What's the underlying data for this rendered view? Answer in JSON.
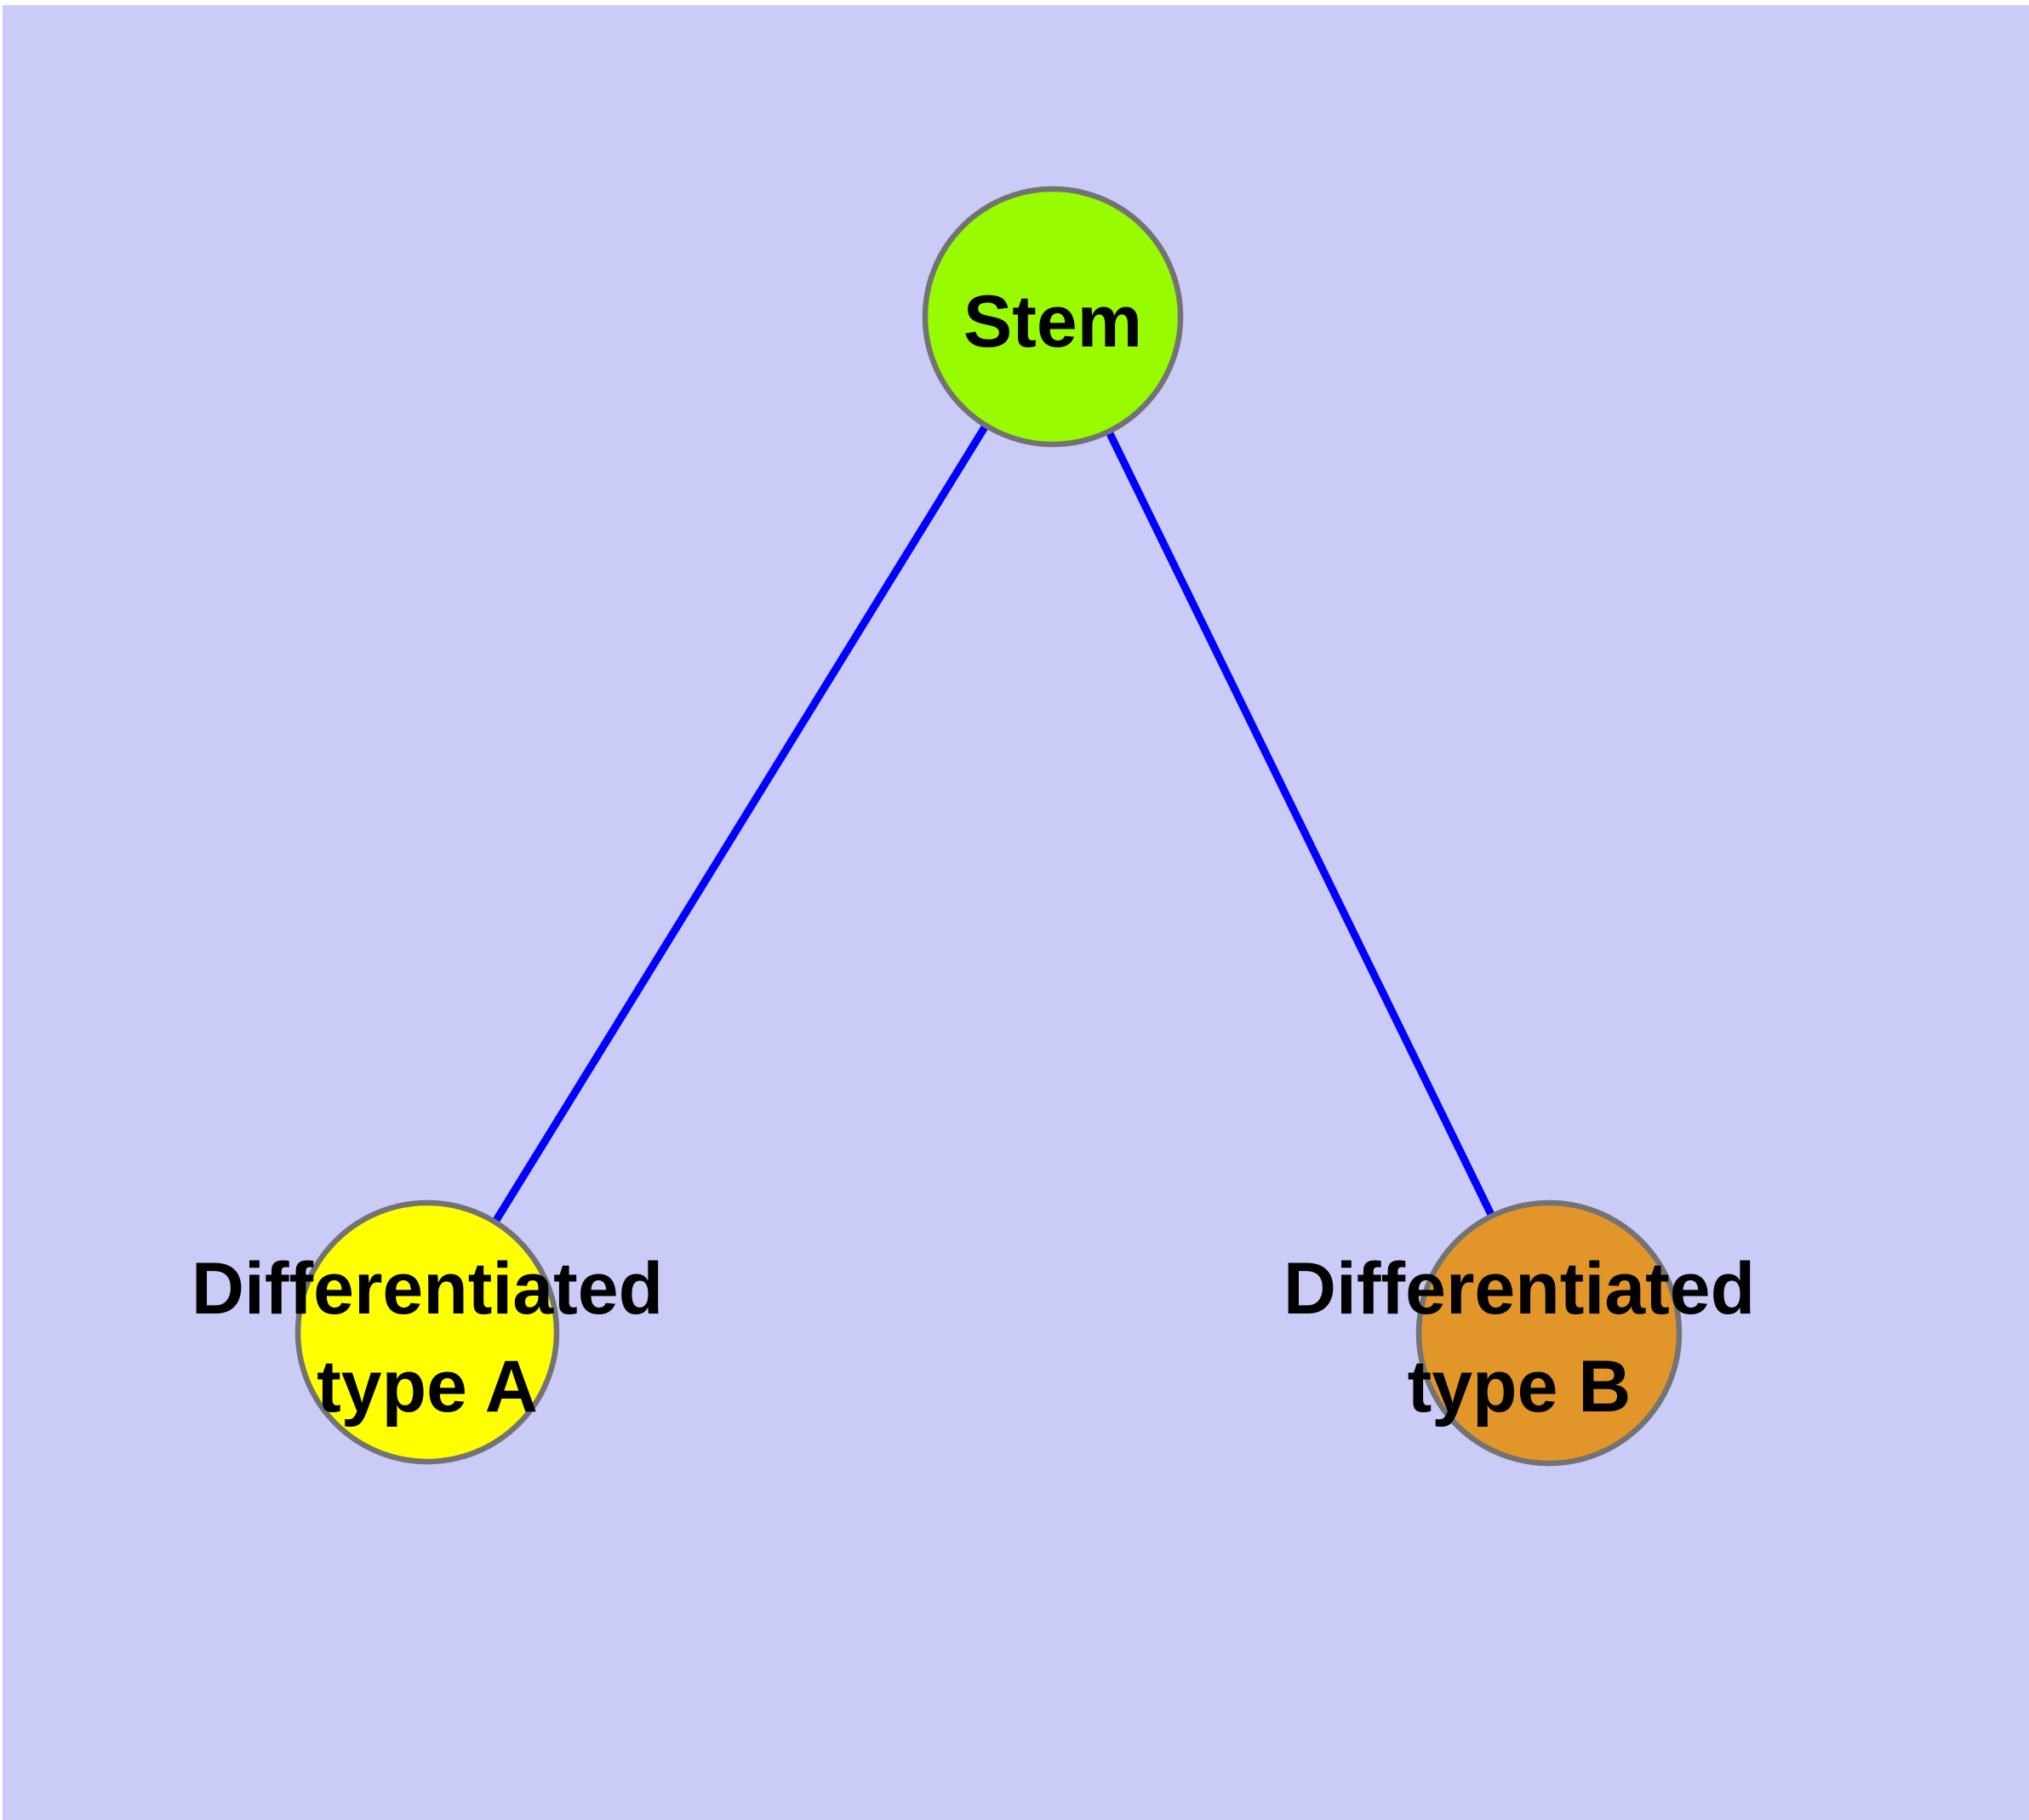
{
  "diagram": {
    "background_color": "#cbcbf7",
    "edge_color": "#0000ff",
    "node_border_color": "#737373",
    "text_color": "#000000",
    "nodes": [
      {
        "id": "stem",
        "label": "Stem",
        "lines": [
          "Stem"
        ],
        "fill": "#99fb00"
      },
      {
        "id": "differentiated-type-a",
        "label": "Differentiated type A",
        "lines": [
          "Differentiated",
          "type A"
        ],
        "fill": "#ffff00"
      },
      {
        "id": "differentiated-type-b",
        "label": "Differentiated type B",
        "lines": [
          "Differentiated",
          "type B"
        ],
        "fill": "#e2962a"
      }
    ],
    "edges": [
      {
        "from": "stem",
        "to": "differentiated-type-a"
      },
      {
        "from": "stem",
        "to": "differentiated-type-b"
      }
    ]
  }
}
